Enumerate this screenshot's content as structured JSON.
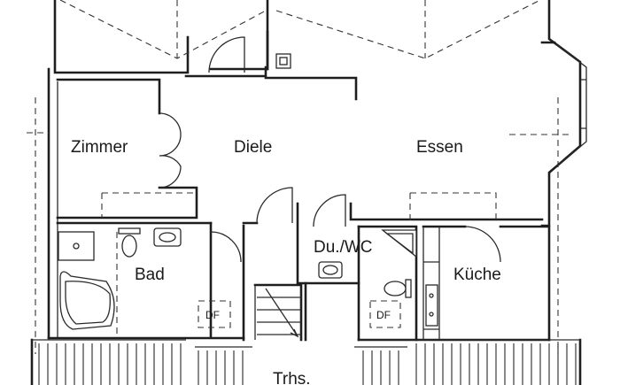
{
  "rooms": {
    "zimmer": "Zimmer",
    "diele": "Diele",
    "essen": "Essen",
    "bad": "Bad",
    "duwc": "Du./WC",
    "kueche": "Küche",
    "treppe": "Trhs."
  },
  "markers": {
    "df_bad": "DF",
    "df_wc": "DF"
  }
}
